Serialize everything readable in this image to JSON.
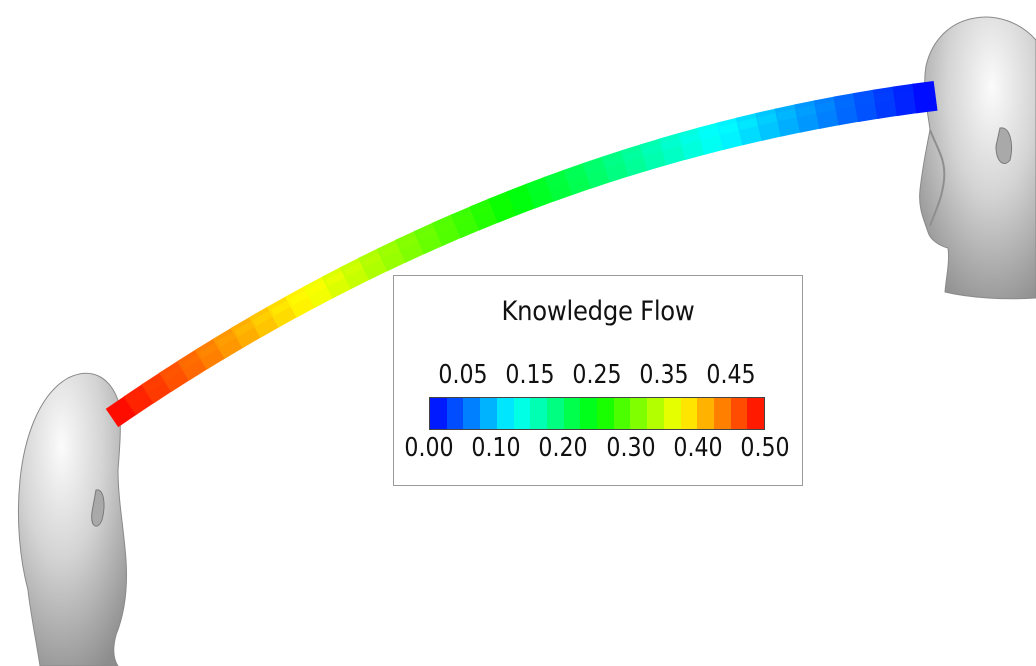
{
  "legend": {
    "title": "Knowledge Flow",
    "top_ticks": [
      "0.05",
      "0.15",
      "0.25",
      "0.35",
      "0.45"
    ],
    "bottom_ticks": [
      "0.00",
      "0.10",
      "0.20",
      "0.30",
      "0.40",
      "0.50"
    ],
    "min": 0.0,
    "max": 0.5,
    "levels": 20,
    "colormap": [
      "#0000ff",
      "#00ffff",
      "#00ff00",
      "#ffff00",
      "#ff0000"
    ]
  },
  "flow": {
    "start_value": 0.5,
    "end_value": 0.0,
    "segments": 44
  },
  "colors": {
    "head": "#cfcfcf",
    "background": "#ffffff",
    "legend_border": "#9a9a9a"
  }
}
